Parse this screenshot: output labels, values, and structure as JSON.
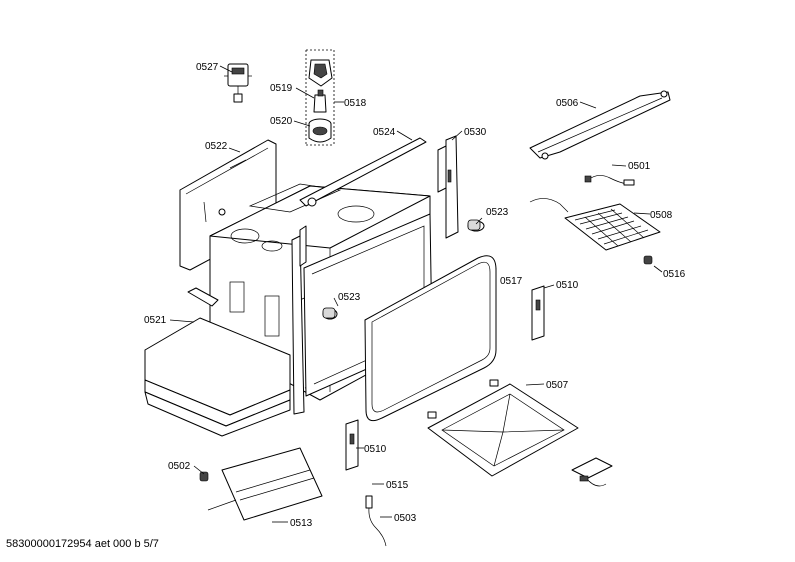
{
  "document_id": "58300000172954 aet 000 b 5/7",
  "labels": [
    {
      "key": "p0527",
      "text": "0527"
    },
    {
      "key": "p0519",
      "text": "0519"
    },
    {
      "key": "p0518",
      "text": "0518"
    },
    {
      "key": "p0520",
      "text": "0520"
    },
    {
      "key": "p0506",
      "text": "0506"
    },
    {
      "key": "p0522",
      "text": "0522"
    },
    {
      "key": "p0524",
      "text": "0524"
    },
    {
      "key": "p0530",
      "text": "0530"
    },
    {
      "key": "p0501",
      "text": "0501"
    },
    {
      "key": "p0523a",
      "text": "0523"
    },
    {
      "key": "p0508",
      "text": "0508"
    },
    {
      "key": "p0517",
      "text": "0517"
    },
    {
      "key": "p0516",
      "text": "0516"
    },
    {
      "key": "p0510a",
      "text": "0510"
    },
    {
      "key": "p0523b",
      "text": "0523"
    },
    {
      "key": "p0521",
      "text": "0521"
    },
    {
      "key": "p0507",
      "text": "0507"
    },
    {
      "key": "p0510b",
      "text": "0510"
    },
    {
      "key": "p0502",
      "text": "0502"
    },
    {
      "key": "p0515",
      "text": "0515"
    },
    {
      "key": "p0513",
      "text": "0513"
    },
    {
      "key": "p0503",
      "text": "0503"
    }
  ]
}
